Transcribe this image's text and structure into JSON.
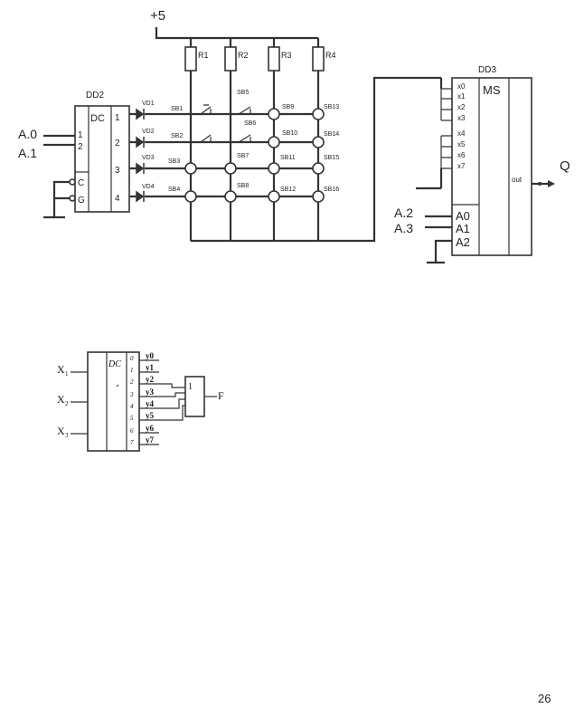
{
  "schematic1": {
    "supply": "+5",
    "resistors": [
      "R1",
      "R2",
      "R3",
      "R4"
    ],
    "dd2": {
      "title": "DD2",
      "func": "DC",
      "inputs": [
        "1",
        "2"
      ],
      "ctrl": [
        "C",
        "G"
      ],
      "outputs": [
        "1",
        "2",
        "3",
        "4"
      ],
      "addr_labels": [
        "A.0",
        "A.1"
      ]
    },
    "diodes": [
      "VD1",
      "VD2",
      "VD3",
      "VD4"
    ],
    "switches": [
      "SB1",
      "SB5",
      "SB9",
      "SB13",
      "SB2",
      "SB6",
      "SB10",
      "SB14",
      "SB3",
      "SB7",
      "SB11",
      "SB15",
      "SB4",
      "SB8",
      "SB12",
      "SB16"
    ],
    "dd3": {
      "title": "DD3",
      "func": "MS",
      "inputs": [
        "x0",
        "x1",
        "x2",
        "x3",
        "x4",
        "x5",
        "x6",
        "x7"
      ],
      "addr_pins": [
        "A0",
        "A1",
        "A2"
      ],
      "out_pin": "out",
      "addr_labels": [
        "A.2",
        "A.3"
      ]
    },
    "output": "Q"
  },
  "schematic2": {
    "dc_label": "DC",
    "inputs": [
      "X",
      "X",
      "X"
    ],
    "input_subs": [
      "1",
      "2",
      "3"
    ],
    "pin_numbers": [
      "0",
      "1",
      "2",
      "3",
      "4",
      "5",
      "6",
      "7"
    ],
    "outputs": [
      "y0",
      "y1",
      "y2",
      "y3",
      "y4",
      "y5",
      "y6",
      "y7"
    ],
    "or_label": "1",
    "output": "F"
  },
  "page_number": "26"
}
